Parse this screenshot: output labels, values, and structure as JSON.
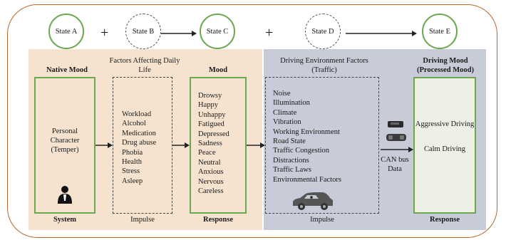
{
  "states": {
    "a": "State A",
    "b": "State B",
    "c": "State C",
    "d": "State D",
    "e": "State E"
  },
  "plus": "+",
  "native_mood": {
    "title": "Native Mood",
    "box_text": "Personal Character (Temper)",
    "footer": "System",
    "icon": "person-icon"
  },
  "factors": {
    "title": "Factors Affecting Daily Life",
    "items": [
      "Workload",
      "Alcohol",
      "Medication",
      "Drug abuse",
      "Phobia",
      "Health",
      "Stress",
      "Asleep"
    ],
    "footer": "Impulse"
  },
  "mood": {
    "title": "Mood",
    "items": [
      "Drowsy",
      "Happy",
      "Unhappy",
      "Fatigued",
      "Depressed",
      "Sadness",
      "Peace",
      "Neutral",
      "Anxious",
      "Nervous",
      "Careless"
    ],
    "footer": "Response"
  },
  "environment": {
    "title": "Driving Environment Factors (Traffic)",
    "items": [
      "Noise",
      "Illumination",
      "Climate",
      "Vibration",
      "Working Environment",
      "Road State",
      "Traffic Congestion",
      "Distractions",
      "Traffic Laws",
      "Environmental Factors"
    ],
    "footer": "Impulse",
    "icon": "car-driver-icon"
  },
  "can_bus": {
    "text": "CAN bus Data",
    "icon": "vehicle-sensor-icon"
  },
  "driving_mood": {
    "title": "Driving Mood (Processed Mood)",
    "item1": "Aggressive Driving",
    "item2": "Calm Driving",
    "footer": "Response"
  },
  "colors": {
    "frame": "#b8652a",
    "left_panel": "#f6e3cf",
    "right_panel": "#c8cbd8",
    "green_border": "#6aa84f"
  }
}
